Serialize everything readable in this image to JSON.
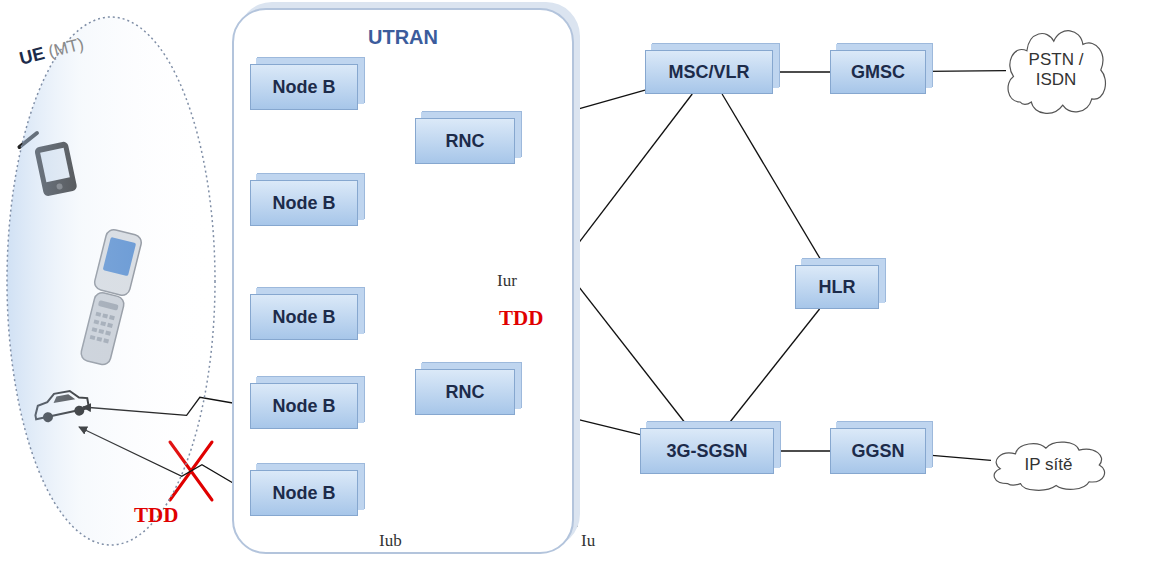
{
  "diagram": {
    "nodes": [
      {
        "text": [
          "UE",
          "(MT)"
        ]
      },
      {
        "text": [
          "UTRAN"
        ]
      },
      {
        "text": [
          "Node B"
        ],
        "in": 1
      },
      {
        "text": [
          "Node B"
        ],
        "in": 1
      },
      {
        "text": [
          "Node B"
        ],
        "in": 1
      },
      {
        "text": [
          "Node B"
        ],
        "in": 1
      },
      {
        "text": [
          "Node B"
        ],
        "in": 1
      },
      {
        "text": [
          "RNC"
        ],
        "in": 1
      },
      {
        "text": [
          "RNC"
        ],
        "in": 1
      },
      {
        "text": [
          "MSC/VLR"
        ]
      },
      {
        "text": [
          "GMSC"
        ]
      },
      {
        "text": [
          "PSTN / ISDN"
        ]
      },
      {
        "text": [
          "HLR"
        ]
      },
      {
        "text": [
          "3G-SGSN"
        ]
      },
      {
        "text": [
          "GGSN"
        ]
      },
      {
        "text": [
          "IP sítě"
        ]
      }
    ],
    "edges": [
      {
        "from": 0,
        "to": 5,
        "arrow": "both"
      },
      {
        "from": 0,
        "to": 6,
        "arrow": "both"
      },
      {
        "from": 2,
        "to": 7,
        "arrow": "none"
      },
      {
        "from": 3,
        "to": 7,
        "arrow": "none"
      },
      {
        "from": 4,
        "to": 8,
        "arrow": "none"
      },
      {
        "from": 5,
        "to": 8,
        "arrow": "none"
      },
      {
        "from": 6,
        "to": 8,
        "arrow": "none"
      },
      {
        "from": 7,
        "to": 8,
        "label": "Iur",
        "arrow": "none"
      },
      {
        "from": 7,
        "to": 9,
        "arrow": "none"
      },
      {
        "from": 7,
        "to": 13,
        "arrow": "none"
      },
      {
        "from": 8,
        "to": 9,
        "arrow": "none"
      },
      {
        "from": 8,
        "to": 13,
        "arrow": "none"
      },
      {
        "from": 9,
        "to": 10,
        "arrow": "none"
      },
      {
        "from": 10,
        "to": 11,
        "arrow": "none"
      },
      {
        "from": 9,
        "to": 12,
        "arrow": "none"
      },
      {
        "from": 13,
        "to": 12,
        "arrow": "none"
      },
      {
        "from": 13,
        "to": 14,
        "arrow": "none"
      },
      {
        "from": 14,
        "to": 15,
        "arrow": "none"
      }
    ],
    "labels": [
      "Iub",
      "Iu",
      "TDD",
      "TDD"
    ]
  }
}
